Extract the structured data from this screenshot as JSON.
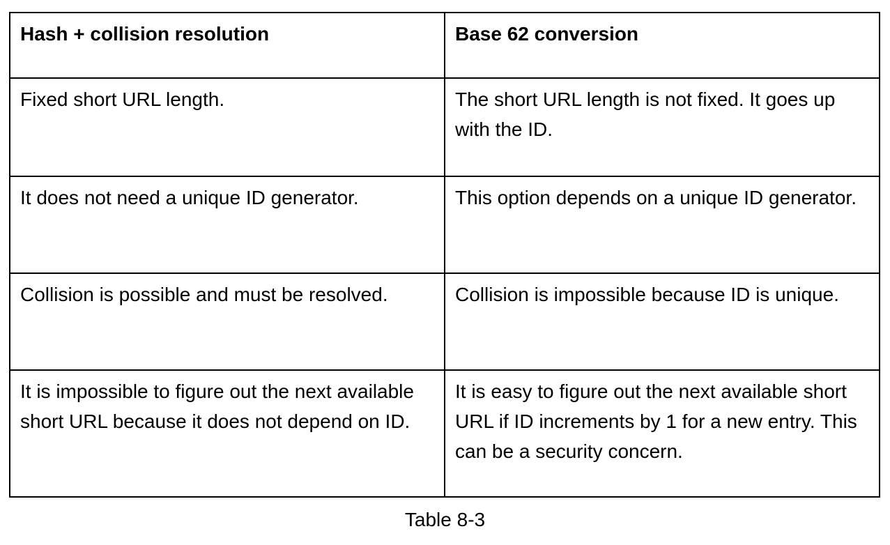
{
  "table": {
    "columns": [
      "Hash + collision resolution",
      "Base 62 conversion"
    ],
    "rows": [
      [
        "Fixed short URL length.",
        "The short URL length is not fixed. It goes up with the ID."
      ],
      [
        "It does not need a unique ID generator.",
        "This option depends on a unique ID generator."
      ],
      [
        "Collision is possible and must be resolved.",
        "Collision is impossible because ID is unique."
      ],
      [
        "It is impossible to figure out the next available short URL because it does not depend on ID.",
        "It is easy to figure out the next available short URL if ID increments by 1 for a new entry. This can be a security concern."
      ]
    ],
    "caption": "Table 8-3"
  },
  "colors": {
    "border": "#000000",
    "text": "#000000",
    "background": "#ffffff"
  }
}
